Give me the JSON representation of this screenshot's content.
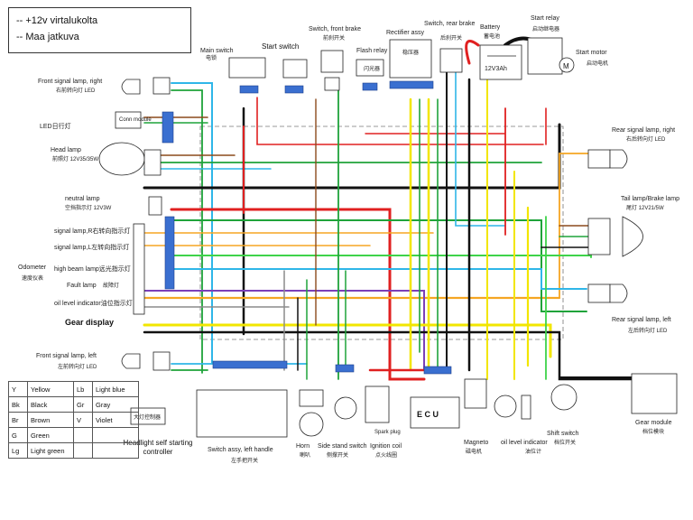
{
  "notes": {
    "plus12v": "-- +12v virtalukolta",
    "ground": "-- Maa jatkuva"
  },
  "labels": {
    "front_signal_right": "Front signal lamp, right",
    "front_signal_right_cn": "右前转向灯 LED",
    "led": "LED日行灯",
    "conn_module": "Conn module",
    "head_lamp": "Head lamp",
    "head_lamp_cn": "前照灯 12V35/35W",
    "neutral_lamp": "neutral lamp",
    "neutral_lamp_cn": "空挡指示灯 12V3W",
    "sig_r": "signal lamp,R右转向指示灯",
    "sig_l": "signal lamp,L左转向指示灯",
    "high_beam": "high beam lamp远光指示灯",
    "fault": "Fault lamp",
    "fault_cn": "故障灯",
    "oil_ind_lamp": "oil level indicator油位指示灯",
    "odometer": "Odometer",
    "odometer_cn": "速度仪表",
    "gear_display": "Gear display",
    "front_signal_left": "Front signal lamp, left",
    "front_signal_left_cn": "左前转向灯 LED",
    "main_switch": "Main switch",
    "main_switch_cn": "电锁",
    "start_switch": "Start switch",
    "sw_front_brake": "Switch, front brake",
    "sw_front_brake_cn": "前刹开关",
    "flash_relay": "Flash relay",
    "flash_relay_cn": "闪光器",
    "rectifier": "Rectifier assy",
    "rectifier_cn": "稳压器",
    "sw_rear_brake": "Switch, rear brake",
    "sw_rear_brake_cn": "后刹开关",
    "battery": "Battery",
    "battery_cn": "蓄电池",
    "battery_val": "12V3Ah",
    "start_relay": "Start relay",
    "start_relay_cn": "启动继电器",
    "start_motor": "Start motor",
    "start_motor_cn": "启动电机",
    "rear_signal_right": "Rear signal lamp, right",
    "rear_signal_right_cn": "右后转向灯 LED",
    "tail_lamp": "Tail lamp/Brake lamp",
    "tail_lamp_cn": "尾灯 12V21/5W",
    "rear_signal_left": "Rear signal lamp, left",
    "rear_signal_left_cn": "左后转向灯 LED",
    "gear_module": "Gear module",
    "gear_module_cn": "档位模块",
    "shift_switch": "Shift switch",
    "shift_switch_cn": "档位开关",
    "oil_level": "oil level indicator",
    "oil_level_cn": "油位计",
    "magneto": "Magneto",
    "magneto_cn": "磁电机",
    "ecu": "E C U",
    "ign_coil": "Ignition coil",
    "ign_coil_cn": "点火线圈",
    "spark_plug": "Spark plug",
    "side_stand": "Side stand switch",
    "side_stand_cn": "侧撑开关",
    "horn": "Horn",
    "horn_cn": "喇叭",
    "switch_left": "Switch assy, left handle",
    "switch_left_cn": "左手把开关",
    "hl_controller": "Headlight self starting controller",
    "hl_controller_cn": "大灯控制器"
  },
  "color_codes": [
    {
      "code": "Y",
      "name": "Yellow",
      "code2": "Lb",
      "name2": "Light blue"
    },
    {
      "code": "Bk",
      "name": "Black",
      "code2": "Gr",
      "name2": "Gray"
    },
    {
      "code": "Br",
      "name": "Brown",
      "code2": "V",
      "name2": "Violet"
    },
    {
      "code": "G",
      "name": "Green",
      "code2": "",
      "name2": ""
    },
    {
      "code": "Lg",
      "name": "Light green",
      "code2": "",
      "name2": ""
    }
  ],
  "wire_colors": {
    "red": "#e02020",
    "black": "#111111",
    "yellow": "#f2e600",
    "orange": "#f5a623",
    "green": "#1fa33a",
    "light_green": "#3fd34a",
    "light_blue": "#2fb6e8",
    "blue": "#1d5fd8",
    "violet": "#7b3fb8",
    "brown": "#8b4a1c",
    "gray": "#8c8c8c",
    "white": "#ffffff"
  }
}
